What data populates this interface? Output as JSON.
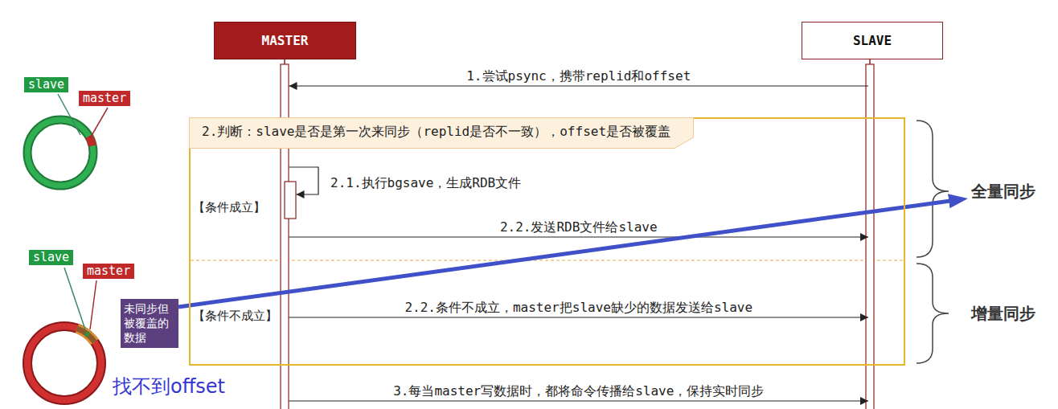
{
  "diagram": {
    "nodes": [
      {
        "text": [
          "MASTER"
        ]
      },
      {
        "text": [
          "SLAVE"
        ]
      },
      {
        "text": [
          "slave"
        ]
      },
      {
        "text": [
          "master"
        ]
      },
      {
        "text": [
          "【条件成立】",
          "【条件不成立】"
        ]
      },
      {
        "text": [
          "2.判断：slave是否是第一次来同步（replid是否不一致），offset是否被覆盖"
        ],
        "in": 4
      },
      {
        "text": [
          "slave"
        ]
      },
      {
        "text": [
          "master"
        ]
      },
      {
        "text": [
          "未同步但被覆盖的数据"
        ]
      },
      {
        "text": [
          "全量同步"
        ]
      },
      {
        "text": [
          "增量同步"
        ]
      }
    ],
    "edges": [
      {
        "from": 1,
        "to": 0,
        "label": "1.尝试psync，携带replid和offset",
        "arrow": "to"
      },
      {
        "from": 0,
        "to": 0,
        "label": "2.1.执行bgsave，生成RDB文件",
        "arrow": "to"
      },
      {
        "from": 0,
        "to": 1,
        "label": "2.2.发送RDB文件给slave",
        "arrow": "to"
      },
      {
        "from": 0,
        "to": 1,
        "label": "2.2.条件不成立，master把slave缺少的数据发送给slave",
        "arrow": "to"
      },
      {
        "from": 0,
        "to": 1,
        "label": "3.每当master写数据时，都将命令传播给slave，保持实时同步",
        "arrow": "to"
      },
      {
        "from": 8,
        "to": 9,
        "arrow": "to"
      }
    ],
    "labels": [
      "找不到offset"
    ]
  }
}
